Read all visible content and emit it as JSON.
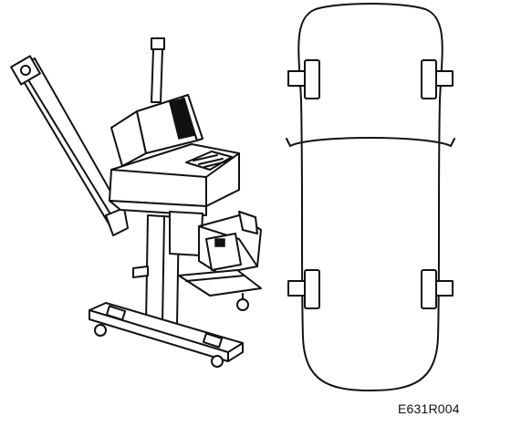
{
  "figure": {
    "reference_code": "E631R004",
    "machine": {
      "name": "wheel-alignment-machine"
    },
    "vehicle": {
      "name": "vehicle-top-view",
      "wheels": 4
    },
    "colors": {
      "ink": "#111111",
      "background": "#ffffff"
    }
  }
}
